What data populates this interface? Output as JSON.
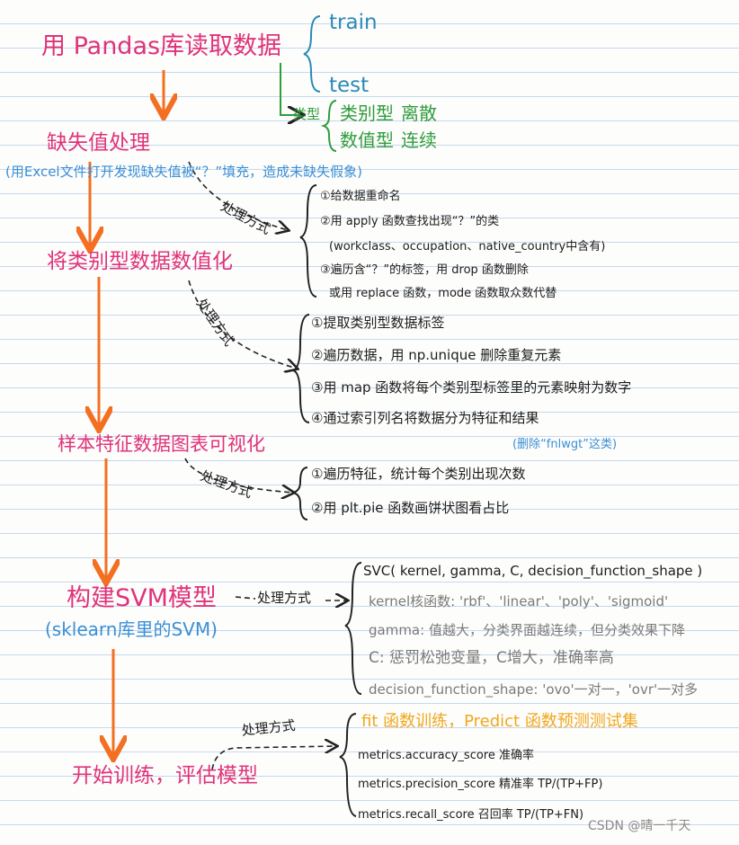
{
  "colors": {
    "pink": "#e0337a",
    "orange": "#f36f21",
    "blue": "#3a8fd6",
    "green": "#2f9c3d",
    "gold": "#f0a81e",
    "grey": "#7a7a7a",
    "black": "#1c1c1c"
  },
  "step1": {
    "title": "用 Pandas库读取数据",
    "train": "train",
    "test": "test",
    "type_label": "类型",
    "type_cat": "类别型",
    "type_cat_desc": "离散",
    "type_num": "数值型",
    "type_num_desc": "连续"
  },
  "step2": {
    "title": "缺失值处理",
    "note": "(用Excel文件打开发现缺失值被“？”填充，造成未缺失假象)",
    "method": "处理方式",
    "items": [
      "①给数据重命名",
      "②用 apply 函数查找出现“？”的类",
      "(workclass、occupation、native_country中含有)",
      "③遍历含“？”的标签，用 drop 函数删除",
      "或用 replace 函数，mode 函数取众数代替"
    ]
  },
  "step3": {
    "title": "将类别型数据数值化",
    "method": "处理方式",
    "items": [
      "①提取类别型数据标签",
      "②遍历数据，用 np.unique 删除重复元素",
      "③用 map 函数将每个类别型标签里的元素映射为数字",
      "④通过索引列名将数据分为特征和结果"
    ],
    "note": "(删除“fnlwgt”这类)"
  },
  "step4": {
    "title": "样本特征数据图表可视化",
    "method": "处理方式",
    "items": [
      "①遍历特征，统计每个类别出现次数",
      "②用 plt.pie 函数画饼状图看占比"
    ]
  },
  "step5": {
    "title": "构建SVM模型",
    "subtitle": "(sklearn库里的SVM)",
    "method": "处理方式",
    "items": [
      "SVC( kernel, gamma, C, decision_function_shape )",
      "kernel核函数: 'rbf'、'linear'、'poly'、'sigmoid'",
      "gamma: 值越大，分类界面越连续，但分类效果下降",
      "C: 惩罚松弛变量，C增大，准确率高",
      "decision_function_shape: 'ovo'一对一，'ovr'一对多"
    ]
  },
  "step6": {
    "title": "开始训练，评估模型",
    "method": "处理方式",
    "items": [
      "fit 函数训练，Predict 函数预测测试集",
      "metrics.accuracy_score  准确率",
      "metrics.precision_score  精准率  TP/(TP+FP)",
      "metrics.recall_score  召回率  TP/(TP+FN)"
    ]
  },
  "watermark": "CSDN @晴一千天"
}
